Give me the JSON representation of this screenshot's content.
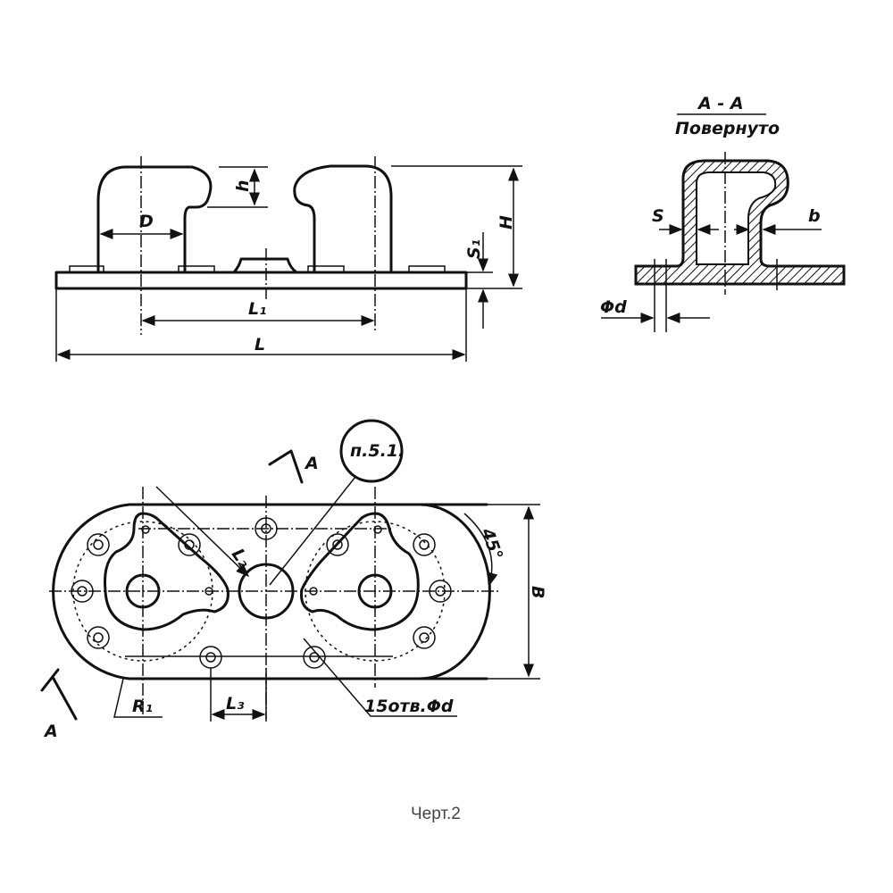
{
  "front_view": {
    "labels": {
      "h": "h",
      "D": "D",
      "H": "H",
      "S1": "S₁",
      "L1": "L₁",
      "L": "L"
    }
  },
  "section_view": {
    "title": "А - А",
    "subtitle": "Повернуто",
    "labels": {
      "S": "S",
      "b": "b",
      "phi_d": "Φd"
    }
  },
  "plan_view": {
    "note_ref": "п.5.1.",
    "section_mark": "А",
    "labels": {
      "L2": "L₂",
      "angle": "45°",
      "B": "В",
      "R1": "R₁",
      "L3": "L₃",
      "holes": "15отв.Φd"
    }
  },
  "caption": "Черт.2"
}
